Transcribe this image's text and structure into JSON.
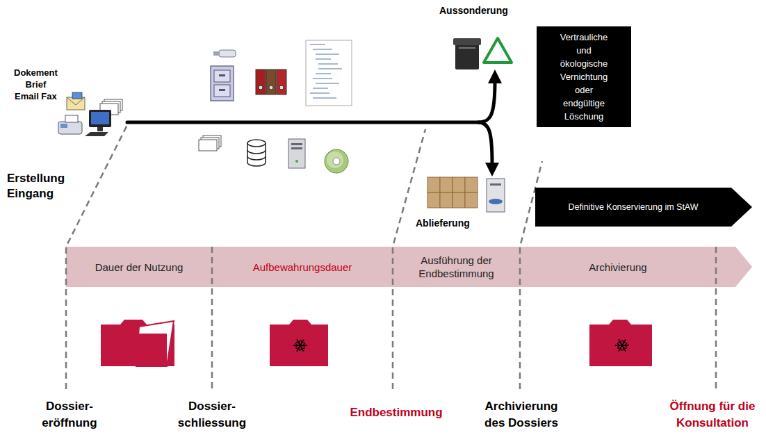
{
  "diagram": {
    "nodes": [
      {
        "text": [
          "Vertrauliche und ökologische Vernichtung oder endgültige Löschung"
        ]
      },
      {
        "text": [
          "Definitive Konservierung im StAW"
        ]
      },
      {
        "text": [
          "Dauer der Nutzung"
        ]
      },
      {
        "text": [
          "Aufbewahrungsdauer"
        ]
      },
      {
        "text": [
          "Ausführung der Endbestimmung"
        ]
      },
      {
        "text": [
          "Archivierung"
        ]
      }
    ],
    "labels": [
      "Dokement Brief Email Fax",
      "Erstellung Eingang",
      "Aussonderung",
      "Ablieferung",
      "Dossier- eröffnung",
      "Dossier- schliessung",
      "Endbestimmung",
      "Archivierung des Dossiers",
      "Öffnung für die Konsultation"
    ]
  }
}
